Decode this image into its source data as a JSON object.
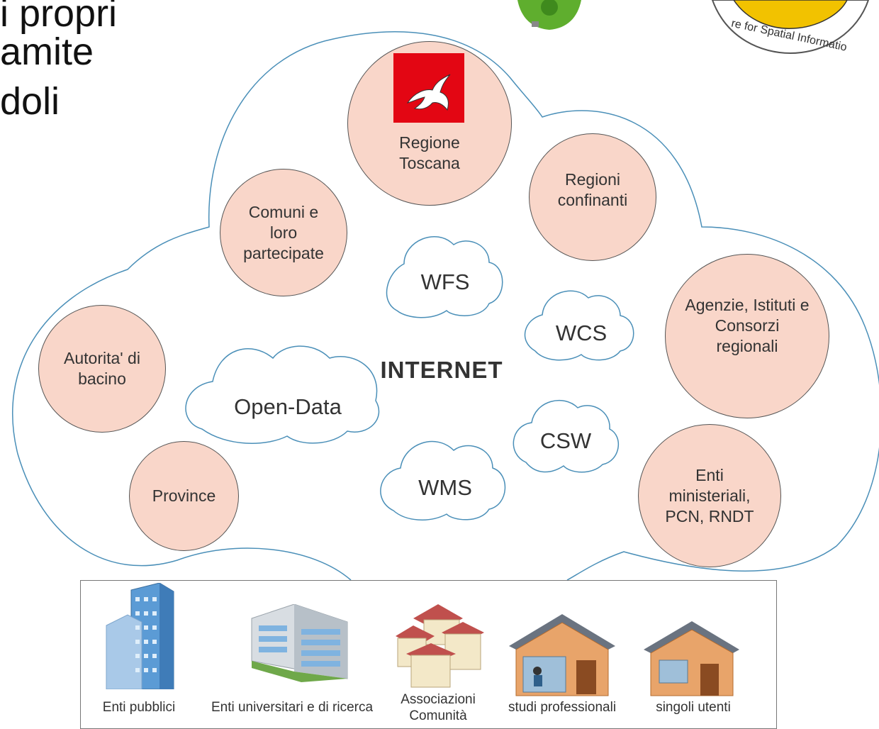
{
  "partial_text": [
    "i propri",
    "amite",
    "doli"
  ],
  "internet_label": "INTERNET",
  "entities": {
    "regione_toscana": [
      "Regione",
      "Toscana"
    ],
    "regioni_confinanti": [
      "Regioni",
      "confinanti"
    ],
    "comuni": [
      "Comuni e",
      "loro",
      "partecipate"
    ],
    "agenzie": [
      "Agenzie, Istituti e",
      "Consorzi",
      "regionali"
    ],
    "autorita": [
      "Autorita' di",
      "bacino"
    ],
    "province": [
      "Province"
    ],
    "enti_ministeriali": [
      "Enti",
      "ministeriali,",
      "PCN, RNDT"
    ]
  },
  "services": {
    "wfs": "WFS",
    "wcs": "WCS",
    "open_data": "Open-Data",
    "csw": "CSW",
    "wms": "WMS"
  },
  "users": {
    "enti_pubblici": "Enti pubblici",
    "enti_universitari": "Enti universitari e di ricerca",
    "associazioni": [
      "Associazioni",
      "Comunità"
    ],
    "studi": "studi professionali",
    "singoli": "singoli utenti"
  },
  "logo_text": "re for Spatial Informatio",
  "colors": {
    "entity_fill": "#f9d6c9",
    "cloud_stroke": "#4a8fb8",
    "toscana_red": "#e30613"
  }
}
